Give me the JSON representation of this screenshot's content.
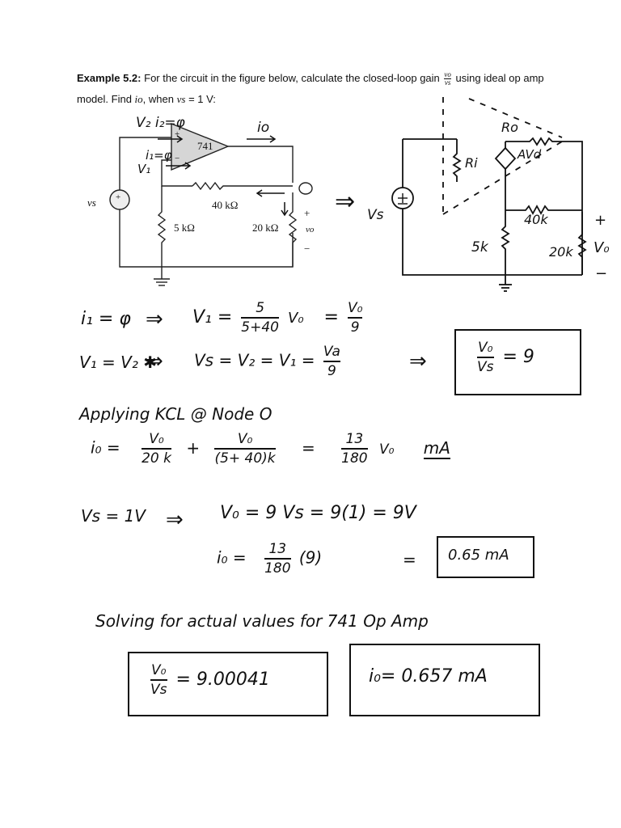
{
  "header": {
    "example_label": "Example 5.2:",
    "text_1": "For the circuit in the figure below, calculate the closed-loop gain",
    "gain_num": "vo",
    "gain_den": "vs",
    "text_2": "using ideal op amp",
    "line2_a": "model. Find",
    "line2_io": "io",
    "line2_b": ", when",
    "line2_vs": "vs",
    "line2_c": "= 1 V:"
  },
  "left_circuit": {
    "opamp_label": "741",
    "r_feedback": "40 kΩ",
    "r_ground": "5 kΩ",
    "r_load": "20 kΩ",
    "source_label": "vs",
    "output_label": "vo",
    "current_label": "io",
    "plus": "+",
    "minus": "−",
    "annot_top": "V₂  i₂=φ",
    "annot_mid": "i₁=φ",
    "annot_v1": "V₁"
  },
  "arrow": "⇒",
  "right_circuit": {
    "vs_label": "Vs",
    "ri_label": "Ri",
    "ro_label": "Ro",
    "avd_label": "AVd",
    "r40": "40k",
    "r5": "5k",
    "r20": "20k",
    "vo_label": "V₀",
    "plus": "+",
    "minus": "−"
  },
  "work": {
    "line1_lhs": "i₁ = φ",
    "line1_mid": "V₁ =",
    "line1_frac_num": "5",
    "line1_frac_den": "5+40",
    "line1_vo": "V₀",
    "line1_eq": "=",
    "line1_frac2_num": "V₀",
    "line1_frac2_den": "9",
    "line2_lhs": "V₁ = V₂ ✱",
    "line2_mid": "Vs = V₂ = V₁ =",
    "line2_frac_num": "Va",
    "line2_frac_den": "9",
    "result1_num": "V₀",
    "result1_den": "Vs",
    "result1_rhs": "= 9",
    "kcl_title": "Applying KCL @ Node O",
    "kcl_lhs": "i₀ =",
    "kcl_t1_num": "V₀",
    "kcl_t1_den": "20 k",
    "kcl_plus": "+",
    "kcl_t2_num": "V₀",
    "kcl_t2_den": "(5+ 40)k",
    "kcl_eq": "=",
    "kcl_t3_num": "13",
    "kcl_t3_den": "180",
    "kcl_vo": "V₀",
    "kcl_unit": "mA",
    "vs_line_lhs": "Vs = 1V",
    "vs_line_rhs": "V₀ = 9 Vs = 9(1) = 9V",
    "io_lhs": "i₀ =",
    "io_num": "13",
    "io_den": "180",
    "io_paren": "(9)",
    "io_eq": "=",
    "io_result": "0.65 mA",
    "actual_title": "Solving for actual values for 741 Op Amp",
    "actual_gain_num": "V₀",
    "actual_gain_den": "Vs",
    "actual_gain_rhs": "= 9.00041",
    "actual_io": "i₀= 0.657 mA"
  }
}
